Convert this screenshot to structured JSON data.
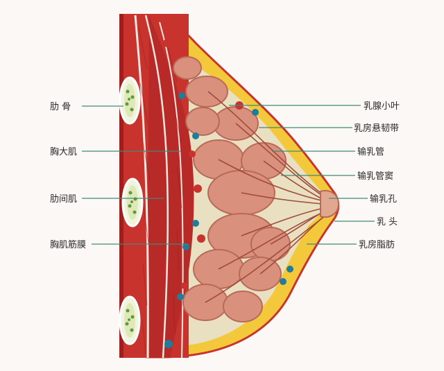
{
  "labels_left": [
    {
      "id": "rib",
      "text": "肋 骨"
    },
    {
      "id": "pectoralis-major",
      "text": "胸大肌"
    },
    {
      "id": "intercostal-muscle",
      "text": "肋间肌"
    },
    {
      "id": "pectoral-fascia",
      "text": "胸肌筋膜"
    }
  ],
  "labels_right": [
    {
      "id": "lobule",
      "text": "乳腺小叶"
    },
    {
      "id": "suspensory-ligament",
      "text": "乳房悬韧带"
    },
    {
      "id": "lactiferous-duct",
      "text": "输乳管"
    },
    {
      "id": "lactiferous-sinus",
      "text": "输乳管窦"
    },
    {
      "id": "duct-opening",
      "text": "输乳孔"
    },
    {
      "id": "nipple",
      "text": "乳 头"
    },
    {
      "id": "breast-fat",
      "text": "乳房脂肪"
    }
  ],
  "colors": {
    "muscle": "#c8332e",
    "muscle_dark": "#9e1f1d",
    "fat": "#f3c83a",
    "lobe": "#d9907c",
    "lobe_edge": "#b86a58",
    "leader": "#3f8a78",
    "rib_fill": "#f1f4dc",
    "rib_dot": "#5f9a3a"
  }
}
